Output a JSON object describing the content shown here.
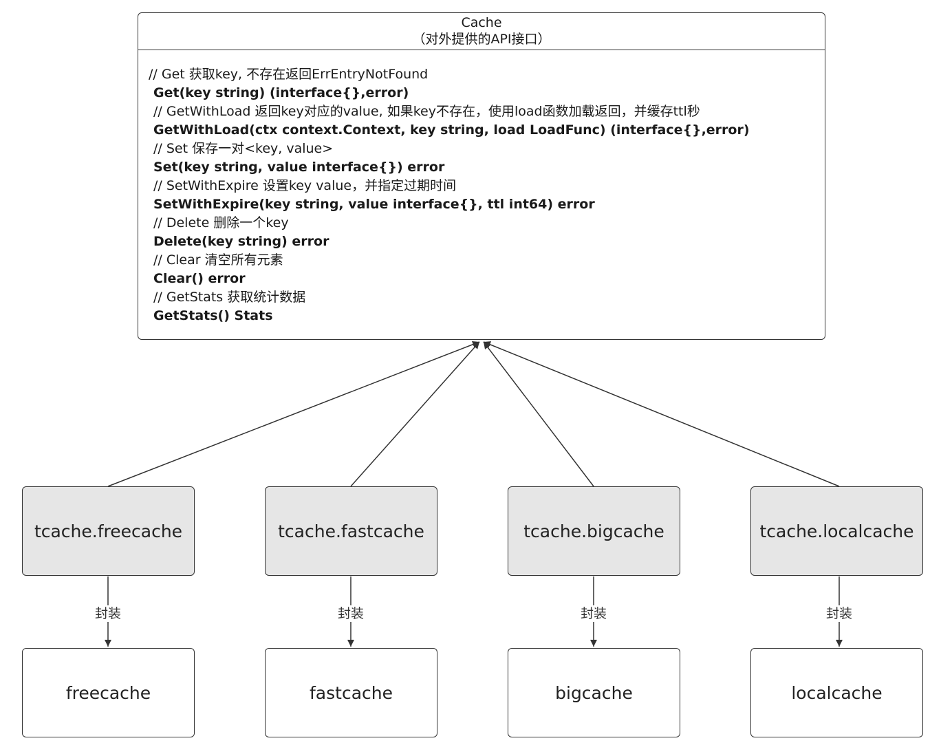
{
  "cache": {
    "title": "Cache",
    "subtitle": "（对外提供的API接口）",
    "methods": [
      {
        "text": "// Get 获取key, 不存在返回ErrEntryNotFound",
        "kind": "comment"
      },
      {
        "text": "Get(key string) (interface{},error)",
        "kind": "code"
      },
      {
        "text": "// GetWithLoad 返回key对应的value, 如果key不存在，使用load函数加载返回，并缓存ttl秒",
        "kind": "comment"
      },
      {
        "text": "GetWithLoad(ctx context.Context, key string, load LoadFunc) (interface{},error)",
        "kind": "code"
      },
      {
        "text": "// Set 保存一对<key, value>",
        "kind": "comment"
      },
      {
        "text": "Set(key string, value interface{}) error",
        "kind": "code"
      },
      {
        "text": "// SetWithExpire 设置key value，并指定过期时间",
        "kind": "comment"
      },
      {
        "text": "SetWithExpire(key string, value interface{}, ttl int64) error",
        "kind": "code"
      },
      {
        "text": "// Delete 删除一个key",
        "kind": "comment"
      },
      {
        "text": "Delete(key string) error",
        "kind": "code"
      },
      {
        "text": "// Clear 清空所有元素",
        "kind": "comment"
      },
      {
        "text": "Clear() error",
        "kind": "code"
      },
      {
        "text": "// GetStats 获取统计数据",
        "kind": "comment"
      },
      {
        "text": "GetStats() Stats",
        "kind": "code"
      }
    ]
  },
  "wrappers": [
    "tcache.freecache",
    "tcache.fastcache",
    "tcache.bigcache",
    "tcache.localcache"
  ],
  "edge_label": "封装",
  "backends": [
    "freecache",
    "fastcache",
    "bigcache",
    "localcache"
  ],
  "colors": {
    "wrapper_fill": "#e6e6e6",
    "border": "#333333"
  }
}
